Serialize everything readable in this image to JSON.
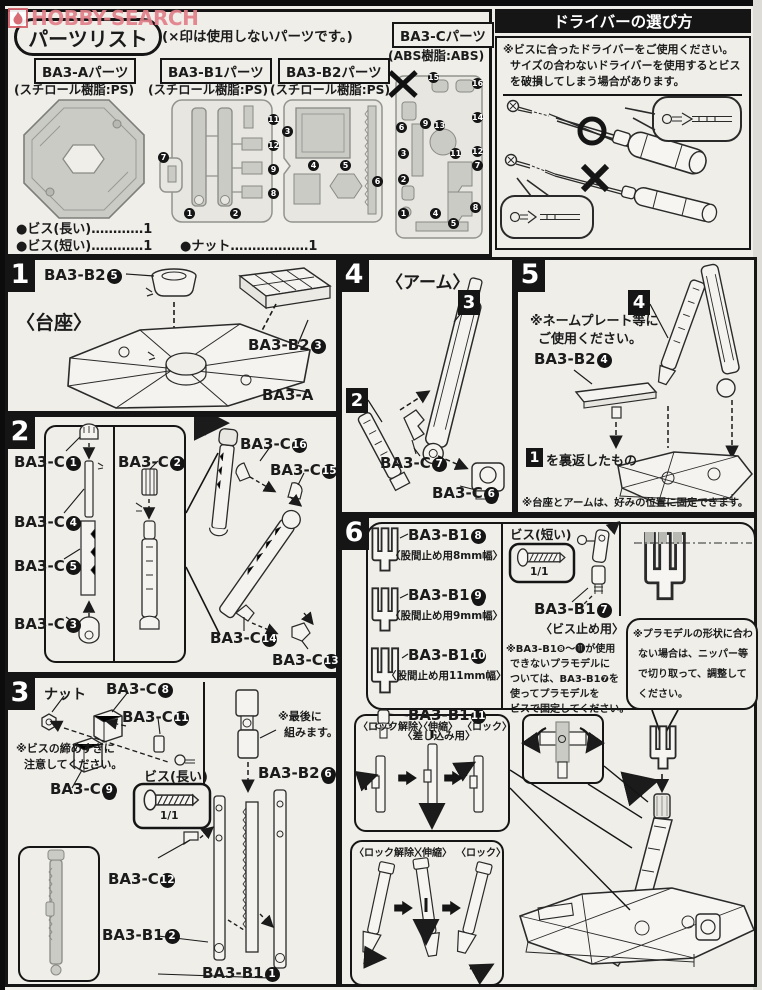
{
  "watermark": {
    "label": "HOBBY-SEARCH"
  },
  "parts_list": {
    "title": "パーツリスト",
    "usage_note": "(×印は使用しないパーツです。)",
    "groups": [
      {
        "label": "BA3-Aパーツ",
        "material": "(スチロール樹脂:PS)"
      },
      {
        "label": "BA3-B1パーツ",
        "material": "(スチロール樹脂:PS)"
      },
      {
        "label": "BA3-B2パーツ",
        "material": "(スチロール樹脂:PS)"
      },
      {
        "label": "BA3-Cパーツ",
        "material": "(ABS樹脂:ABS)"
      }
    ],
    "sprue_numbers": {
      "b1": [
        "7",
        "11",
        "12",
        "9",
        "8",
        "1",
        "2"
      ],
      "b2": [
        "3",
        "4",
        "5",
        "6"
      ],
      "c": [
        "15",
        "16",
        "14",
        "6",
        "9",
        "13",
        "3",
        "2",
        "11",
        "12",
        "7",
        "1",
        "4",
        "8",
        "5"
      ]
    },
    "hardware": [
      {
        "name": "●ビス(長い)",
        "leader": "…………",
        "qty": "1"
      },
      {
        "name": "●ビス(短い)",
        "leader": "…………",
        "qty": "1"
      },
      {
        "name": "●ナット",
        "leader": "………………",
        "qty": "1"
      }
    ]
  },
  "driver_guide": {
    "title": "ドライバーの選び方",
    "warning_lines": [
      "※ビスに合ったドライバーをご使用ください。",
      "サイズの合わないドライバーを使用するとビス",
      "を破損してしまう場合があります。"
    ],
    "ok_mark": "○",
    "ng_mark": "×"
  },
  "steps": {
    "s1": {
      "num": "1",
      "caption": "〈台座〉",
      "labels": [
        {
          "t": "BA3-B2",
          "n": "5"
        },
        {
          "t": "BA3-B2",
          "n": "3"
        },
        {
          "t": "BA3-A"
        }
      ]
    },
    "s2": {
      "num": "2",
      "labels": [
        {
          "t": "BA3-C",
          "n": "1"
        },
        {
          "t": "BA3-C",
          "n": "4"
        },
        {
          "t": "BA3-C",
          "n": "5"
        },
        {
          "t": "BA3-C",
          "n": "3"
        },
        {
          "t": "BA3-C",
          "n": "2"
        },
        {
          "t": "BA3-C",
          "n": "16"
        },
        {
          "t": "BA3-C",
          "n": "15"
        },
        {
          "t": "BA3-C",
          "n": "14"
        },
        {
          "t": "BA3-C",
          "n": "13"
        }
      ]
    },
    "s3": {
      "num": "3",
      "nut": "ナット",
      "labels": [
        {
          "t": "BA3-C",
          "n": "8"
        },
        {
          "t": "BA3-C",
          "n": "11"
        },
        {
          "t": "BA3-C",
          "n": "9"
        },
        {
          "t": "BA3-B2",
          "n": "6"
        },
        {
          "t": "BA3-C",
          "n": "12"
        },
        {
          "t": "BA3-B1",
          "n": "2"
        },
        {
          "t": "BA3-B1",
          "n": "1"
        }
      ],
      "caution": [
        "※ビスの締めすぎに",
        "注意してください。"
      ],
      "last_note": [
        "※最後に",
        "組みます。"
      ],
      "screw_long": {
        "label": "ビス(長い)",
        "scale": "1/1"
      }
    },
    "s4": {
      "num": "4",
      "caption": "〈アーム〉",
      "callouts": [
        "3",
        "2"
      ],
      "labels": [
        {
          "t": "BA3-C",
          "n": "7"
        },
        {
          "t": "BA3-C",
          "n": "6"
        }
      ]
    },
    "s5": {
      "num": "5",
      "callout": "4",
      "nameplate_note": [
        "※ネームプレート等に",
        "ご使用ください。"
      ],
      "label": {
        "t": "BA3-B2",
        "n": "4"
      },
      "flip_num": "1",
      "flip_text": "を裏返したもの",
      "position_note": "※台座とアームは、好みの位置に固定できます。"
    },
    "s6": {
      "num": "6",
      "forks": [
        {
          "t": "BA3-B1",
          "n": "8",
          "use": "〈股間止め用8mm幅〉"
        },
        {
          "t": "BA3-B1",
          "n": "9",
          "use": "〈股間止め用9mm幅〉"
        },
        {
          "t": "BA3-B1",
          "n": "10",
          "use": "〈股間止め用11mm幅〉"
        },
        {
          "t": "BA3-B1",
          "n": "11",
          "use": "〈差し込み用〉"
        }
      ],
      "screw_short": {
        "label": "ビス(短い)",
        "scale": "1/1"
      },
      "vis_part": {
        "t": "BA3-B1",
        "n": "7",
        "use": "〈ビス止め用〉"
      },
      "b17_note": [
        "※BA3-B1❽〜⓫が使用",
        "できないプラモデルに",
        "ついては、BA3-B1❼を",
        "使ってプラモデルを",
        "ビスで固定してください。"
      ],
      "nipper_note": [
        "※プラモデルの形状に合わ",
        "ない場合は、ニッパー等",
        "で切り取って、調整して",
        "ください。"
      ],
      "lock_cycle": [
        "〈ロック解除〉",
        "〈伸縮〉",
        "〈ロック〉"
      ]
    }
  }
}
